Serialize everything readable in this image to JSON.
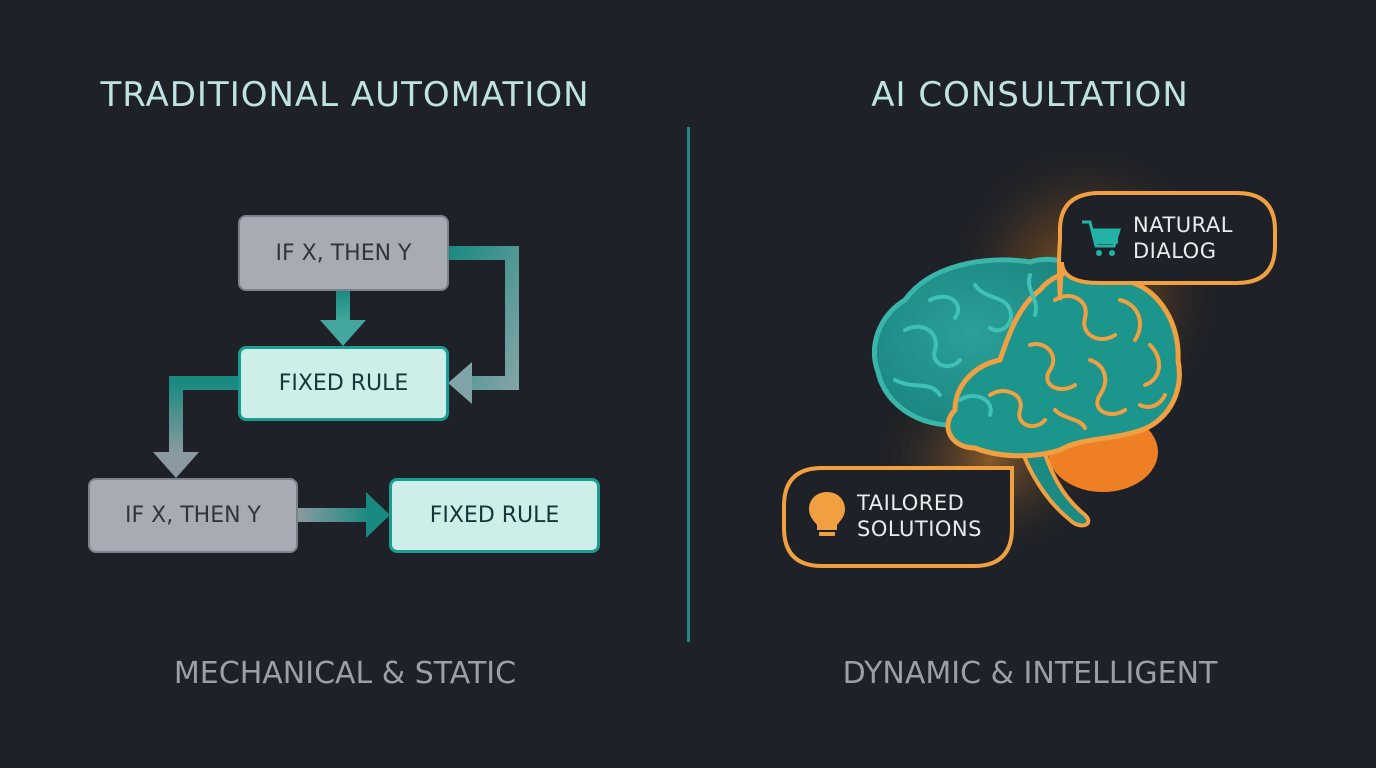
{
  "left": {
    "title": "TRADITIONAL AUTOMATION",
    "caption": "MECHANICAL & STATIC",
    "boxes": {
      "rule_top": "IF X, THEN Y",
      "fixed_top": "FIXED RULE",
      "rule_bottom": "IF X, THEN Y",
      "fixed_bottom": "FIXED RULE"
    }
  },
  "right": {
    "title": "AI CONSULTATION",
    "caption": "DYNAMIC & INTELLIGENT",
    "bubbles": {
      "dialog": {
        "line1": "NATURAL",
        "line2": "DIALOG",
        "icon": "cart-icon"
      },
      "solutions": {
        "line1": "TAILORED",
        "line2": "SOLUTIONS",
        "icon": "lightbulb-icon"
      }
    }
  },
  "colors": {
    "background": "#1e2127",
    "teal": "#1a9c90",
    "orange": "#f0a040",
    "mint": "#cdeee9",
    "gray_box": "#a6abb4"
  }
}
